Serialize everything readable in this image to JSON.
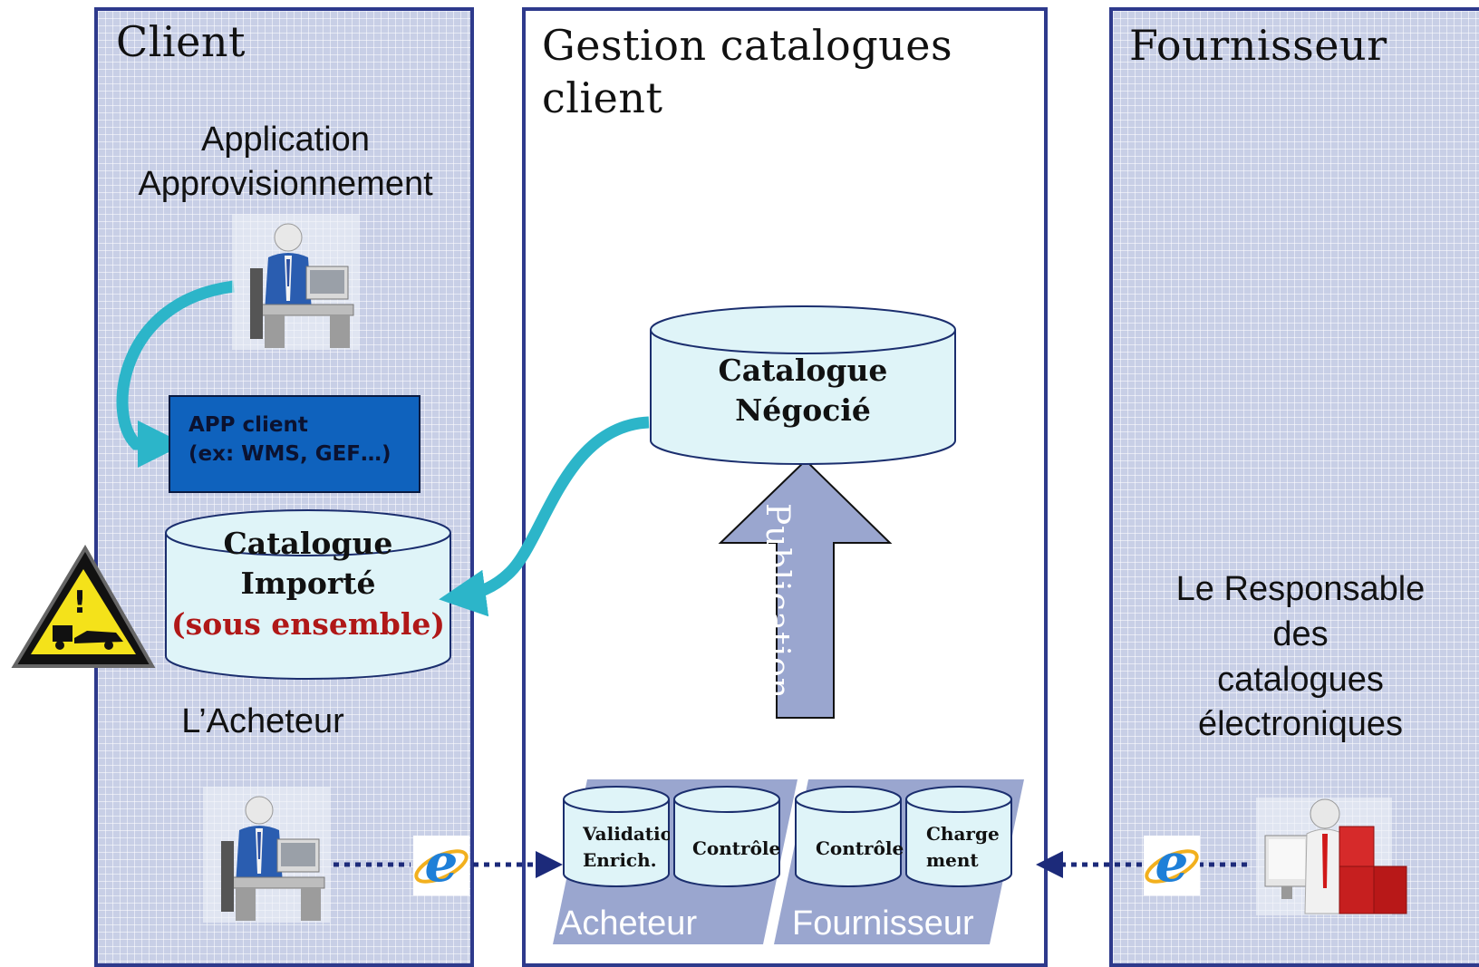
{
  "lanes": {
    "client": {
      "title": "Client"
    },
    "gestion": {
      "title": "Gestion catalogues\nclient"
    },
    "fournisseur": {
      "title": "Fournisseur"
    }
  },
  "client": {
    "app_label": "Application\nApprovisionnement",
    "app_box": "APP client\n(ex: WMS, GEF…)",
    "catalogue_importe": {
      "line1": "Catalogue",
      "line2": "Importé",
      "line3": "(sous ensemble)"
    },
    "acheteur_label": "L’Acheteur"
  },
  "gestion": {
    "catalogue_negocie": {
      "line1": "Catalogue",
      "line2": "Négocié"
    },
    "publication": "Publication",
    "econtent": {
      "title": "eContent",
      "acheteur_panel": "Acheteur",
      "fournisseur_panel": "Fournisseur",
      "cylinders": [
        "Validatio\nEnrich.",
        "Contrôle",
        "Contrôle",
        "Charge\nment"
      ]
    }
  },
  "fournisseur": {
    "responsable_label": "Le Responsable\ndes\ncatalogues\nélectroniques"
  },
  "colors": {
    "lane_border": "#2e3a8c",
    "lane_fill": "#c8cfe6",
    "cylinder_fill": "#dff4f8",
    "arrow_teal": "#2cb5c9",
    "app_box": "#0f62bd",
    "publication_arrow": "#9aa6cf",
    "red_text": "#b01818"
  },
  "icons": [
    "person-at-desk-icon",
    "internet-explorer-icon",
    "warning-sign-icon",
    "cubes-icon"
  ]
}
